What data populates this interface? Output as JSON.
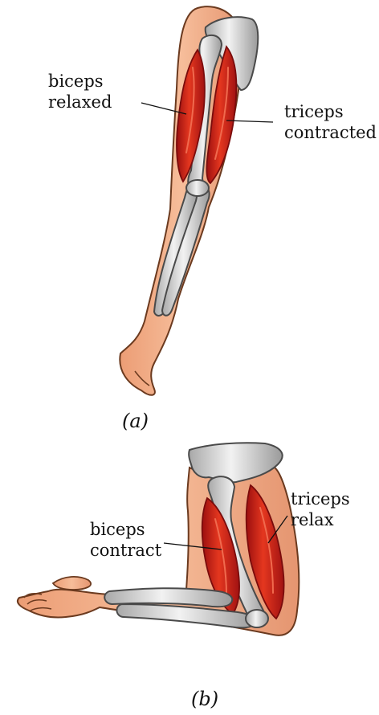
{
  "diagram": {
    "panel_a": {
      "caption": "(a)",
      "labels": {
        "biceps_line1": "biceps",
        "biceps_line2": "relaxed",
        "triceps_line1": "triceps",
        "triceps_line2": "contracted"
      }
    },
    "panel_b": {
      "caption": "(b)",
      "labels": {
        "biceps_line1": "biceps",
        "biceps_line2": "contract",
        "triceps_line1": "triceps",
        "triceps_line2": "relax"
      }
    },
    "colors": {
      "skin": "#f2b08b",
      "skin_outline": "#6b3a1f",
      "muscle": "#d72a1c",
      "muscle_dark": "#a81010",
      "bone": "#d6d6d6",
      "bone_outline": "#4a4a4a"
    }
  }
}
